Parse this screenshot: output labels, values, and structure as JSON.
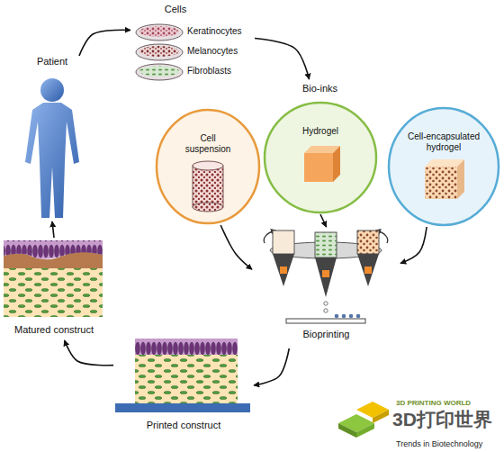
{
  "diagram": {
    "nodes": [
      {
        "text": [
          "Patient"
        ]
      },
      {
        "text": [
          "Cells"
        ]
      },
      {
        "text": [
          "Keratinocytes"
        ],
        "in": 1
      },
      {
        "text": [
          "Melanocytes"
        ],
        "in": 1
      },
      {
        "text": [
          "Fibroblasts"
        ],
        "in": 1
      },
      {
        "text": [
          "Bio-inks"
        ]
      },
      {
        "text": [
          "Cell suspension"
        ],
        "in": 5
      },
      {
        "text": [
          "Hydrogel"
        ],
        "in": 5
      },
      {
        "text": [
          "Cell-encapsulated hydrogel"
        ],
        "in": 5
      },
      {
        "text": [
          "Bioprinting"
        ]
      },
      {
        "text": [
          "Printed construct"
        ]
      },
      {
        "text": [
          "Matured construct"
        ]
      }
    ],
    "edges": [
      {
        "from": 0,
        "to": 1,
        "arrow": "to"
      },
      {
        "from": 1,
        "to": 5,
        "arrow": "to"
      },
      {
        "from": 6,
        "to": 9,
        "arrow": "to"
      },
      {
        "from": 7,
        "to": 9,
        "arrow": "to"
      },
      {
        "from": 8,
        "to": 9,
        "arrow": "to"
      },
      {
        "from": 9,
        "to": 10,
        "arrow": "to"
      },
      {
        "from": 10,
        "to": 11,
        "arrow": "to"
      },
      {
        "from": 11,
        "to": 0,
        "arrow": "to"
      }
    ],
    "labels": [
      "3D PRINTING WORLD",
      "3D打印世界",
      "Trends in Biotechnology"
    ]
  }
}
